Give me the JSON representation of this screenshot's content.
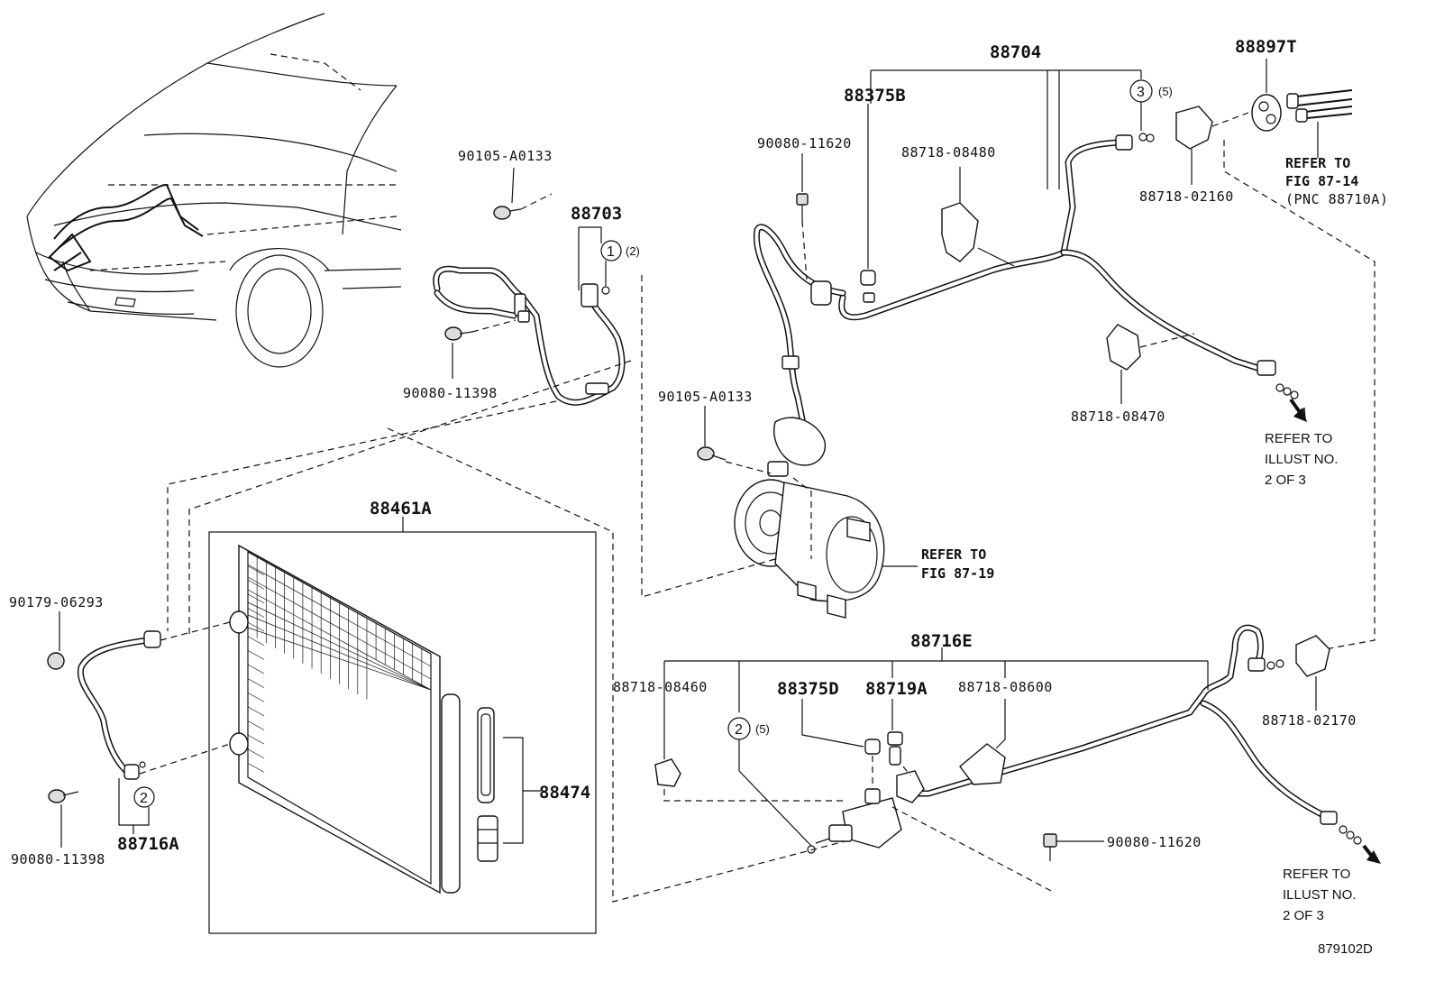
{
  "labels": {
    "p88704": "88704",
    "p88897T": "88897T",
    "p88375B": "88375B",
    "p90080_11620_top": "90080-11620",
    "p88718_08480": "88718-08480",
    "p90105_A0133_top": "90105-A0133",
    "p88703": "88703",
    "p90080_11398_top": "90080-11398",
    "p88718_02160": "88718-02160",
    "p88718_08470": "88718-08470",
    "p90105_A0133_mid": "90105-A0133",
    "p88461A": "88461A",
    "p90179_06293": "90179-06293",
    "p88716E": "88716E",
    "p88718_08460": "88718-08460",
    "p88375D": "88375D",
    "p88719A": "88719A",
    "p88718_08600": "88718-08600",
    "p88718_02170": "88718-02170",
    "p88474": "88474",
    "p88716A": "88716A",
    "p90080_11398_bot": "90080-11398",
    "p90080_11620_bot": "90080-11620",
    "diagram_id": "879102D"
  },
  "refs": {
    "fig8714_l1": "REFER TO",
    "fig8714_l2": "FIG 87-14",
    "fig8714_l3": "(PNC 88710A)",
    "fig8719_l1": "REFER TO",
    "fig8719_l2": "FIG 87-19",
    "illust_a_l1": "REFER TO",
    "illust_a_l2": "ILLUST NO.",
    "illust_a_l3": "2 OF 3",
    "illust_b_l1": "REFER TO",
    "illust_b_l2": "ILLUST NO.",
    "illust_b_l3": "2 OF 3"
  },
  "callouts": {
    "c1_num": "1",
    "c1_qty": "(2)",
    "c2a_num": "2",
    "c2b_num": "2",
    "c2b_qty": "(5)",
    "c3_num": "3",
    "c3_qty": "(5)"
  }
}
